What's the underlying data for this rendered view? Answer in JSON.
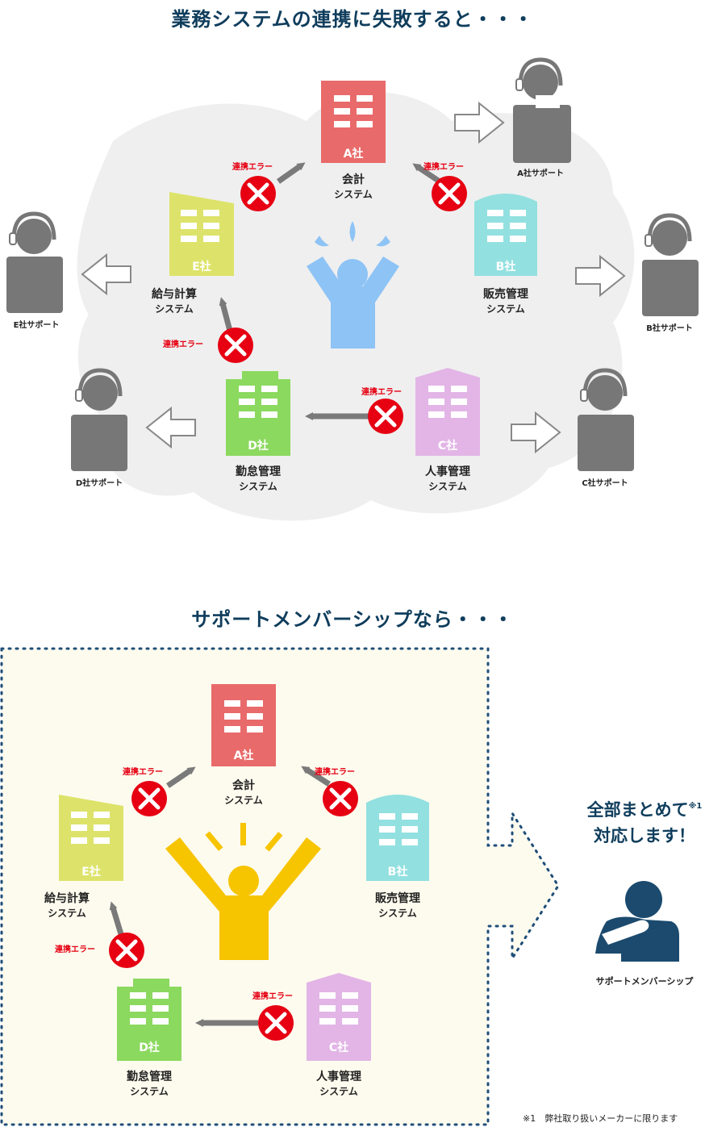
{
  "top": {
    "title": "業務システムの連携に失敗すると・・・",
    "error_label": "連携エラー",
    "buildings": {
      "a": {
        "mark": "A社",
        "line1": "会計",
        "line2": "システム",
        "color": "#e96a6a"
      },
      "b": {
        "mark": "B社",
        "line1": "販売管理",
        "line2": "システム",
        "color": "#93e0e0"
      },
      "c": {
        "mark": "C社",
        "line1": "人事管理",
        "line2": "システム",
        "color": "#e2b5e6"
      },
      "d": {
        "mark": "D社",
        "line1": "勤怠管理",
        "line2": "システム",
        "color": "#8bd95f"
      },
      "e": {
        "mark": "E社",
        "line1": "給与計算",
        "line2": "システム",
        "color": "#dde36a"
      }
    },
    "supports": {
      "a": "A社サポート",
      "b": "B社サポート",
      "c": "C社サポート",
      "d": "D社サポート",
      "e": "E社サポート"
    }
  },
  "bottom": {
    "title": "サポートメンバーシップなら・・・",
    "error_label": "連携エラー",
    "buildings": {
      "a": {
        "mark": "A社",
        "line1": "会計",
        "line2": "システム"
      },
      "b": {
        "mark": "B社",
        "line1": "販売管理",
        "line2": "システム"
      },
      "c": {
        "mark": "C社",
        "line1": "人事管理",
        "line2": "システム"
      },
      "d": {
        "mark": "D社",
        "line1": "勤怠管理",
        "line2": "システム"
      },
      "e": {
        "mark": "E社",
        "line1": "給与計算",
        "line2": "システム"
      }
    },
    "callout_line1": "全部まとめて",
    "callout_note_mark": "※1",
    "callout_line2": "対応します！",
    "member_label": "サポートメンバーシップ",
    "footnote": "※1　弊社取り扱いメーカーに限ります"
  },
  "colors": {
    "heading": "#0f3d5c",
    "error_red": "#e60012",
    "arrow_gray": "#7a7a7a",
    "cloud": "#efefef",
    "panel_bg": "#fdfbee",
    "dotted_border": "#1f4e79",
    "member_navy": "#1b4a6e",
    "troubled_person": "#8ec3f5",
    "happy_person": "#f7c400"
  }
}
